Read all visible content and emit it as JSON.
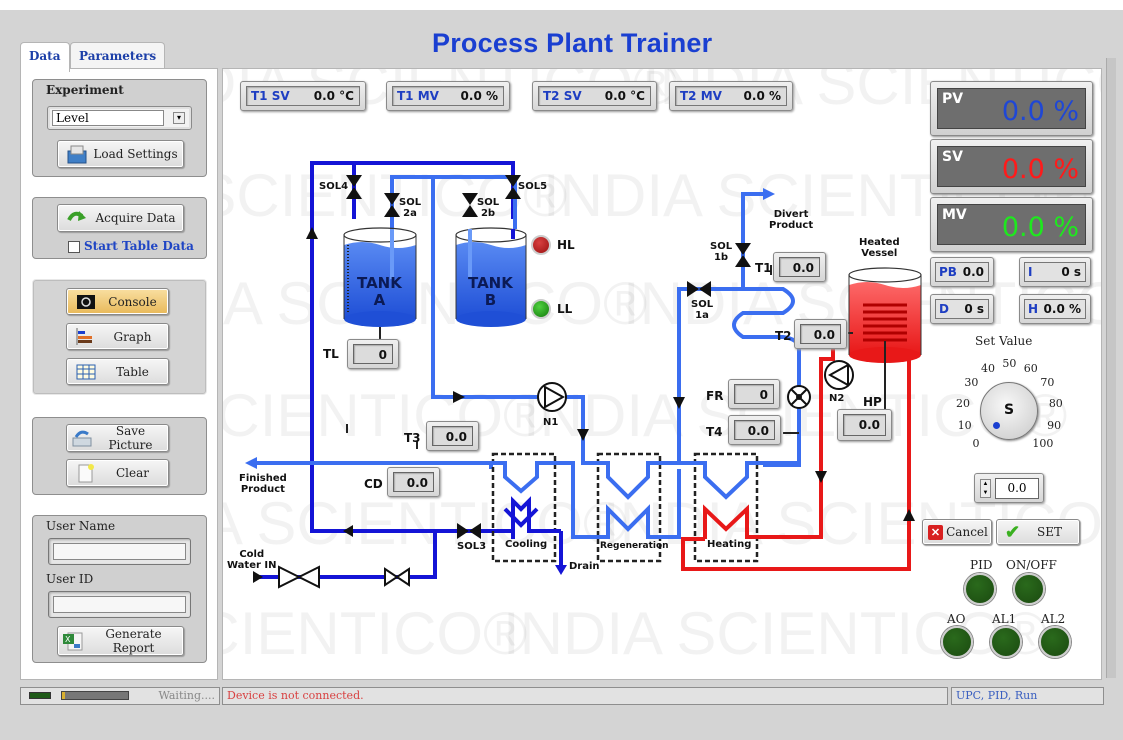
{
  "window": {
    "title": "Process Plant Trainer"
  },
  "header": {
    "title": "Process Plant Trainer"
  },
  "tabs": [
    {
      "label": "Data",
      "active": true
    },
    {
      "label": "Parameters",
      "active": false
    }
  ],
  "left_panel": {
    "experiment": {
      "label": "Experiment",
      "selected": "Level",
      "load_settings": "Load Settings"
    },
    "acquire": {
      "acquire_data": "Acquire Data",
      "start_table_data": "Start Table Data",
      "start_table_checked": false
    },
    "views": {
      "console": "Console",
      "graph": "Graph",
      "table": "Table"
    },
    "actions": {
      "save_picture": "Save Picture",
      "clear": "Clear"
    },
    "user": {
      "user_name_label": "User Name",
      "user_name_value": "",
      "user_id_label": "User ID",
      "user_id_value": "",
      "generate_report": "Generate Report"
    }
  },
  "top_readouts": [
    {
      "label": "T1 SV",
      "value": "0.0 °C"
    },
    {
      "label": "T1 MV",
      "value": "0.0 %"
    },
    {
      "label": "T2 SV",
      "value": "0.0 °C"
    },
    {
      "label": "T2 MV",
      "value": "0.0 %"
    }
  ],
  "controller": {
    "pv": {
      "label": "PV",
      "value": "0.0 %",
      "color": "#1f47d6"
    },
    "sv": {
      "label": "SV",
      "value": "0.0 %",
      "color": "#ff1a1a"
    },
    "mv": {
      "label": "MV",
      "value": "0.0 %",
      "color": "#1ee81e"
    },
    "pb": {
      "label": "PB",
      "value": "0.0"
    },
    "i": {
      "label": "I",
      "value": "0 s"
    },
    "d": {
      "label": "D",
      "value": "0 s"
    },
    "h": {
      "label": "H",
      "value": "0.0 %"
    },
    "set_value": {
      "label": "Set Value",
      "knob_label": "S",
      "ticks": [
        "0",
        "10",
        "20",
        "30",
        "40",
        "50",
        "60",
        "70",
        "80",
        "90",
        "100"
      ],
      "value": "0.0"
    },
    "cancel": "Cancel",
    "set": "SET",
    "leds": [
      {
        "label": "PID"
      },
      {
        "label": "ON/OFF"
      },
      {
        "label": "AO"
      },
      {
        "label": "AL1"
      },
      {
        "label": "AL2"
      }
    ]
  },
  "diagram": {
    "tank_a": "TANK\nA",
    "tank_b": "TANK\nB",
    "valves": {
      "sol4": "SOL4",
      "sol5": "SOL5",
      "sol2a": "SOL\n2a",
      "sol2b": "SOL\n2b",
      "sol1a": "SOL\n1a",
      "sol1b": "SOL\n1b",
      "sol3": "SOL3"
    },
    "indicators": {
      "hl": "HL",
      "ll": "LL"
    },
    "gauges": {
      "tl": {
        "label": "TL",
        "value": "0"
      },
      "t1": {
        "label": "T1",
        "value": "0.0"
      },
      "t2": {
        "label": "T2",
        "value": "0.0"
      },
      "t3": {
        "label": "T3",
        "value": "0.0"
      },
      "t4": {
        "label": "T4",
        "value": "0.0"
      },
      "fr": {
        "label": "FR",
        "value": "0"
      },
      "cd": {
        "label": "CD",
        "value": "0.0"
      },
      "hp": {
        "label": "HP",
        "value": "0.0"
      }
    },
    "pumps": {
      "n1": "N1",
      "n2": "N2"
    },
    "labels": {
      "divert_product": "Divert\nProduct",
      "heated_vessel": "Heated\nVessel",
      "finished_product": "Finished\nProduct",
      "cold_water_in": "Cold\nWater IN",
      "drain": "Drain",
      "cooling": "Cooling",
      "regeneration": "Regeneration",
      "heating": "Heating"
    },
    "watermark": "INDIA SCIENTICO®"
  },
  "status_bar": {
    "waiting": "Waiting....",
    "progress": 0.05,
    "message": "Device is not connected.",
    "mode": "UPC, PID, Run"
  }
}
